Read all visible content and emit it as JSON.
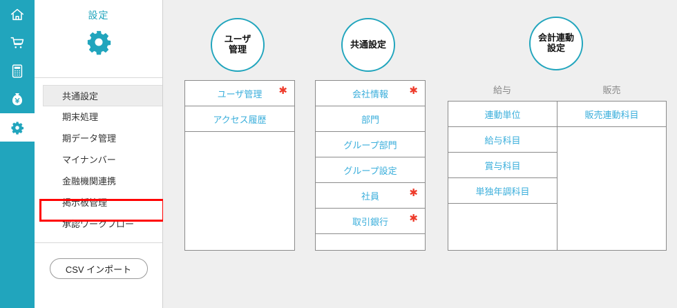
{
  "colors": {
    "teal": "#21a5bd",
    "link": "#3aaedb",
    "required": "#ee3b2b",
    "annotation": "#ff0000",
    "page_bg": "#efefef",
    "border": "#8a8a8a"
  },
  "rail": {
    "items": [
      {
        "name": "home-icon",
        "label": "home",
        "active": false
      },
      {
        "name": "cart-icon",
        "label": "cart",
        "active": false
      },
      {
        "name": "calculator-icon",
        "label": "calculator",
        "active": false
      },
      {
        "name": "money-bag-icon",
        "label": "money",
        "active": false
      },
      {
        "name": "gear-icon",
        "label": "settings",
        "active": true
      }
    ]
  },
  "sidebar": {
    "title": "設定",
    "header_icon": "gear-icon",
    "items": [
      {
        "label": "共通設定",
        "selected": true,
        "annotated": false
      },
      {
        "label": "期末処理",
        "selected": false,
        "annotated": false
      },
      {
        "label": "期データ管理",
        "selected": false,
        "annotated": false
      },
      {
        "label": "マイナンバー",
        "selected": false,
        "annotated": false
      },
      {
        "label": "金融機関連携",
        "selected": false,
        "annotated": false
      },
      {
        "label": "掲示板管理",
        "selected": false,
        "annotated": true
      },
      {
        "label": "承認ワークフロー",
        "selected": false,
        "annotated": false
      }
    ],
    "csv_import_label": "CSV インポート"
  },
  "main": {
    "groups": [
      {
        "id": "user-management",
        "circle_lines": [
          "ユーザ",
          "管理"
        ],
        "column_headers": [],
        "columns": [
          {
            "header": "",
            "cells": [
              {
                "label": "ユーザ管理",
                "required": true
              },
              {
                "label": "アクセス履歴",
                "required": false
              }
            ]
          }
        ]
      },
      {
        "id": "common-settings",
        "circle_lines": [
          "共通設定"
        ],
        "column_headers": [],
        "columns": [
          {
            "header": "",
            "cells": [
              {
                "label": "会社情報",
                "required": true
              },
              {
                "label": "部門",
                "required": false
              },
              {
                "label": "グループ部門",
                "required": false
              },
              {
                "label": "グループ設定",
                "required": false
              },
              {
                "label": "社員",
                "required": true
              },
              {
                "label": "取引銀行",
                "required": true
              }
            ]
          }
        ]
      },
      {
        "id": "accounting-link-settings",
        "circle_lines": [
          "会計連動",
          "設定"
        ],
        "column_headers": [
          "給与",
          "販売"
        ],
        "columns": [
          {
            "header": "給与",
            "cells": [
              {
                "label": "連動単位",
                "required": false
              },
              {
                "label": "給与科目",
                "required": false
              },
              {
                "label": "賞与科目",
                "required": false
              },
              {
                "label": "単独年調科目",
                "required": false
              }
            ]
          },
          {
            "header": "販売",
            "cells": [
              {
                "label": "販売連動科目",
                "required": false
              }
            ]
          }
        ]
      }
    ]
  }
}
